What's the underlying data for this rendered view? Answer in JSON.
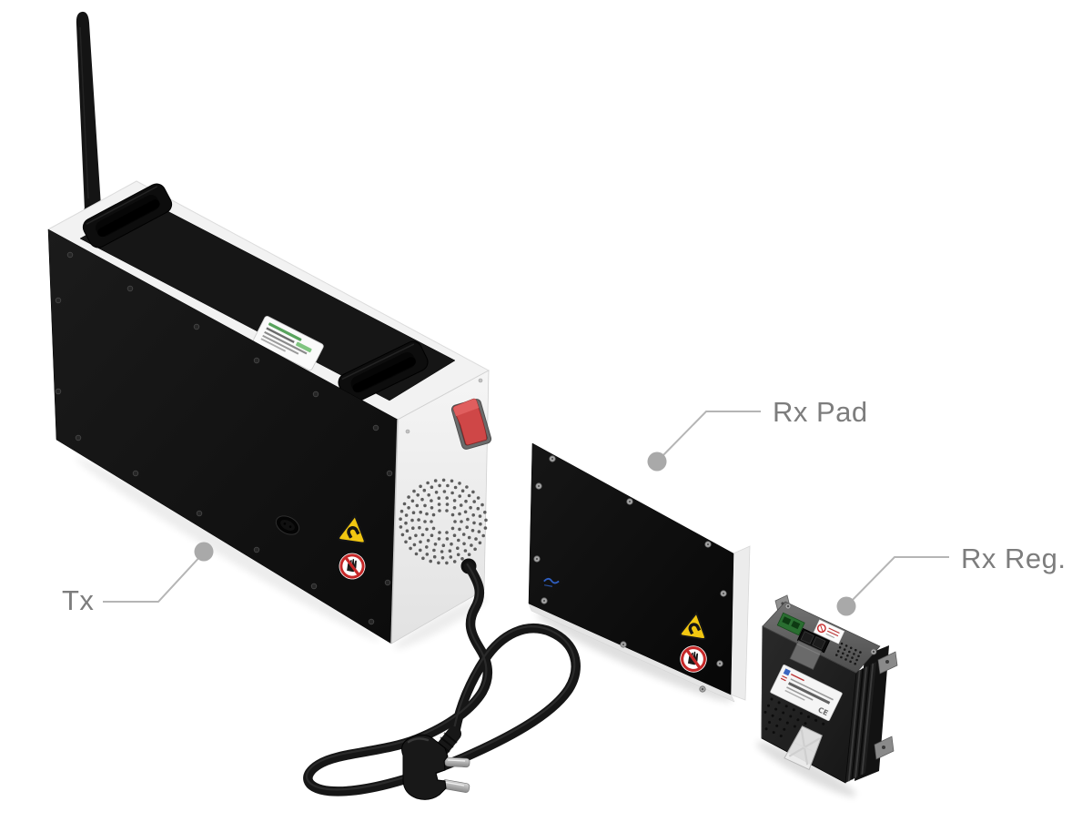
{
  "page": {
    "background": "#ffffff",
    "kind": "product-illustration"
  },
  "callouts": {
    "tx": {
      "label": "Tx"
    },
    "rx_pad": {
      "label": "Rx Pad"
    },
    "rx_reg": {
      "label": "Rx Reg."
    }
  },
  "rx_reg_label": {
    "ce_text": "CE"
  },
  "colors": {
    "callout_line": "#b5b5b5",
    "callout_dot": "#a9a9a9",
    "callout_text": "#7d7d7d",
    "device_black": "#121212",
    "device_white_panel": "#f2f2f2",
    "switch_red": "#d05050",
    "warning_yellow": "#f2c711",
    "prohibition_red": "#c62828",
    "terminal_green": "#2a6e31",
    "logo_blue": "#2f5fc2",
    "sticker_green": "#58a35c"
  },
  "icons": [
    {
      "name": "antenna"
    },
    {
      "name": "magnet-warning-icon"
    },
    {
      "name": "no-touch-warning-icon"
    },
    {
      "name": "power-switch"
    },
    {
      "name": "fan-vent"
    },
    {
      "name": "eu-schuko-plug"
    },
    {
      "name": "ce-mark"
    }
  ]
}
